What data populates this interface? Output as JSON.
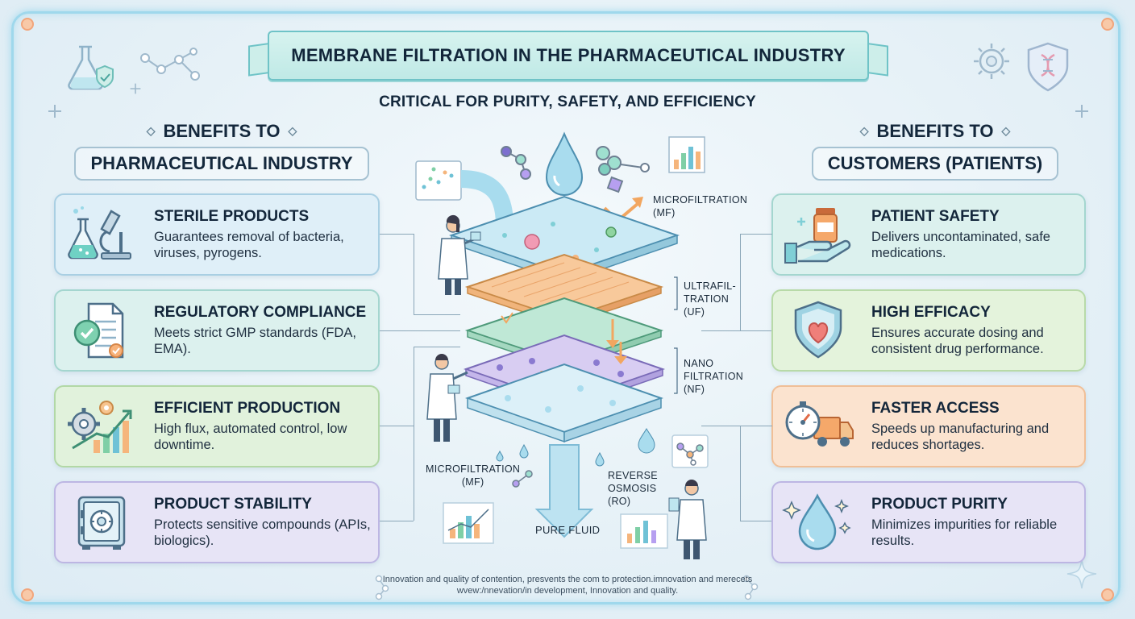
{
  "title": "MEMBRANE FILTRATION IN THE PHARMACEUTICAL INDUSTRY",
  "subtitle": "CRITICAL FOR PURITY, SAFETY, AND EFFICIENCY",
  "left_column": {
    "header_line1": "BENEFITS TO",
    "header_line2": "PHARMACEUTICAL INDUSTRY",
    "cards": [
      {
        "title": "STERILE PRODUCTS",
        "desc": "Guarantees removal of bacteria, viruses, pyrogens.",
        "icon": "lab-flask-microscope-icon"
      },
      {
        "title": "REGULATORY COMPLIANCE",
        "desc": "Meets strict GMP standards (FDA, EMA).",
        "icon": "document-checkmark-icon"
      },
      {
        "title": "EFFICIENT PRODUCTION",
        "desc": "High flux, automated control, low downtime.",
        "icon": "gears-growth-chart-icon"
      },
      {
        "title": "PRODUCT STABILITY",
        "desc": "Protects sensitive compounds (APIs, biologics).",
        "icon": "safe-vault-icon"
      }
    ]
  },
  "right_column": {
    "header_line1": "BENEFITS TO",
    "header_line2": "CUSTOMERS (PATIENTS)",
    "cards": [
      {
        "title": "PATIENT SAFETY",
        "desc": "Delivers uncontaminated, safe medications.",
        "icon": "hand-medicine-bottle-icon"
      },
      {
        "title": "HIGH EFFICACY",
        "desc": "Ensures accurate dosing and consistent drug performance.",
        "icon": "shield-heart-icon"
      },
      {
        "title": "FASTER ACCESS",
        "desc": "Speeds up manufacturing and reduces shortages.",
        "icon": "stopwatch-truck-icon"
      },
      {
        "title": "PRODUCT PURITY",
        "desc": "Minimizes impurities for reliable results.",
        "icon": "water-drop-sparkle-icon"
      }
    ]
  },
  "diagram_labels": {
    "microfiltration_top": "MICROFILTRATION\n(MF)",
    "ultrafiltration": "ULTRAFIL-\nTRATION\n(UF)",
    "nanofiltration": "NANO\nFILTRATION\n(NF)",
    "microfiltration_bottom": "MICROFILTRATION\n(MF)",
    "reverse_osmosis": "REVERSE\nOSMOSIS\n(RO)",
    "pure_fluid": "PURE FLUID"
  },
  "footer": "Innovation and quality of contention, presvents the com to protection.imnovation and merecets wvew:/nnevation/in development, Innovation and quality.",
  "colors": {
    "frame": "#9fd8ec",
    "title_banner": "#bfe9e6",
    "card_blue": "#dfeff8",
    "card_teal": "#dcf1ee",
    "card_green": "#e1f2dc",
    "card_lavender": "#e7e4f6",
    "card_peach": "#fbe3cf"
  }
}
